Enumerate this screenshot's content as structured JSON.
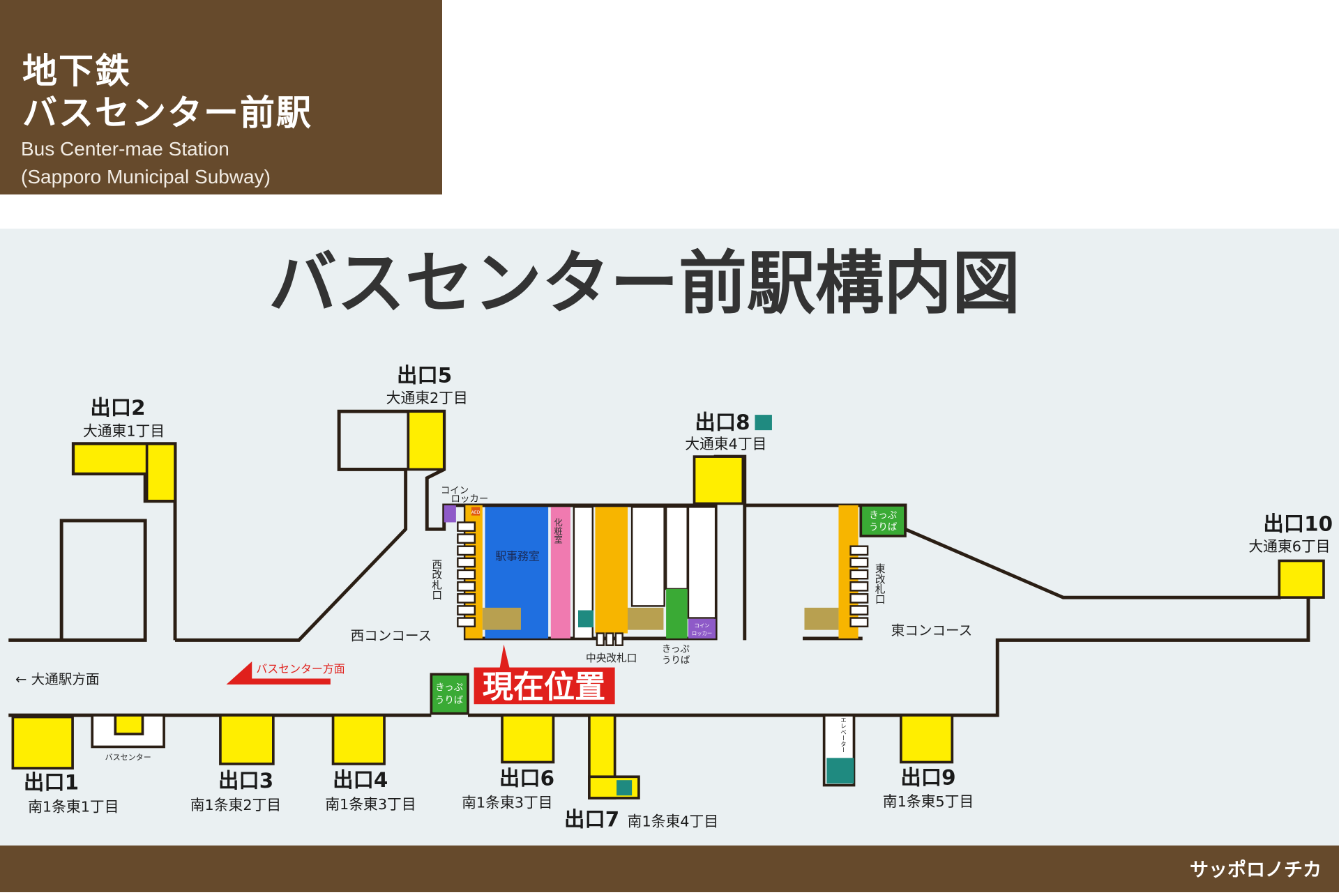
{
  "header": {
    "line1": "地下鉄",
    "line2": "バスセンター前駅",
    "en_line1": "Bus Center-mae Station",
    "en_line2": "(Sapporo Municipal Subway)"
  },
  "map": {
    "title": "バスセンター前駅構内図",
    "current_location": "現在位置",
    "exits": [
      {
        "label": "出口1",
        "address": "南1条東1丁目"
      },
      {
        "label": "出口2",
        "address": "大通東1丁目"
      },
      {
        "label": "出口3",
        "address": "南1条東2丁目"
      },
      {
        "label": "出口4",
        "address": "南1条東3丁目"
      },
      {
        "label": "出口5",
        "address": "大通東2丁目"
      },
      {
        "label": "出口6",
        "address": "南1条東3丁目"
      },
      {
        "label": "出口7",
        "address": "南1条東4丁目"
      },
      {
        "label": "出口8",
        "address": "大通東4丁目"
      },
      {
        "label": "出口9",
        "address": "南1条東5丁目"
      },
      {
        "label": "出口10",
        "address": "大通東6丁目"
      }
    ],
    "areas": {
      "west_concourse": "西コンコース",
      "east_concourse": "東コンコース",
      "station_office": "駅事務室",
      "restroom": "化粧室",
      "west_gate": "西改札口",
      "east_gate": "東改札口",
      "central_gate": "中央改札口",
      "ticket_1": "きっぷ",
      "ticket_2": "うりば",
      "locker_1": "コイン",
      "locker_2": "ロッカー",
      "elevator": "エレベーター",
      "bus_center": "バスセンター",
      "aed": "AED"
    },
    "directions": {
      "odori": "← 大通駅方面",
      "bus_center_dir": "バスセンター方面"
    },
    "colors": {
      "brand_brown": "#664a2c",
      "stairs_yellow": "#ffee00",
      "office_blue": "#1f6fe0",
      "restroom_pink": "#f07ab0",
      "gate_orange": "#f7b500",
      "ticket_green": "#3aaa35",
      "locker_purple": "#8e5ac8",
      "current_red": "#e0201c",
      "elevator_teal": "#1f8a80"
    }
  },
  "footer": {
    "brand": "サッポロノチカ"
  }
}
